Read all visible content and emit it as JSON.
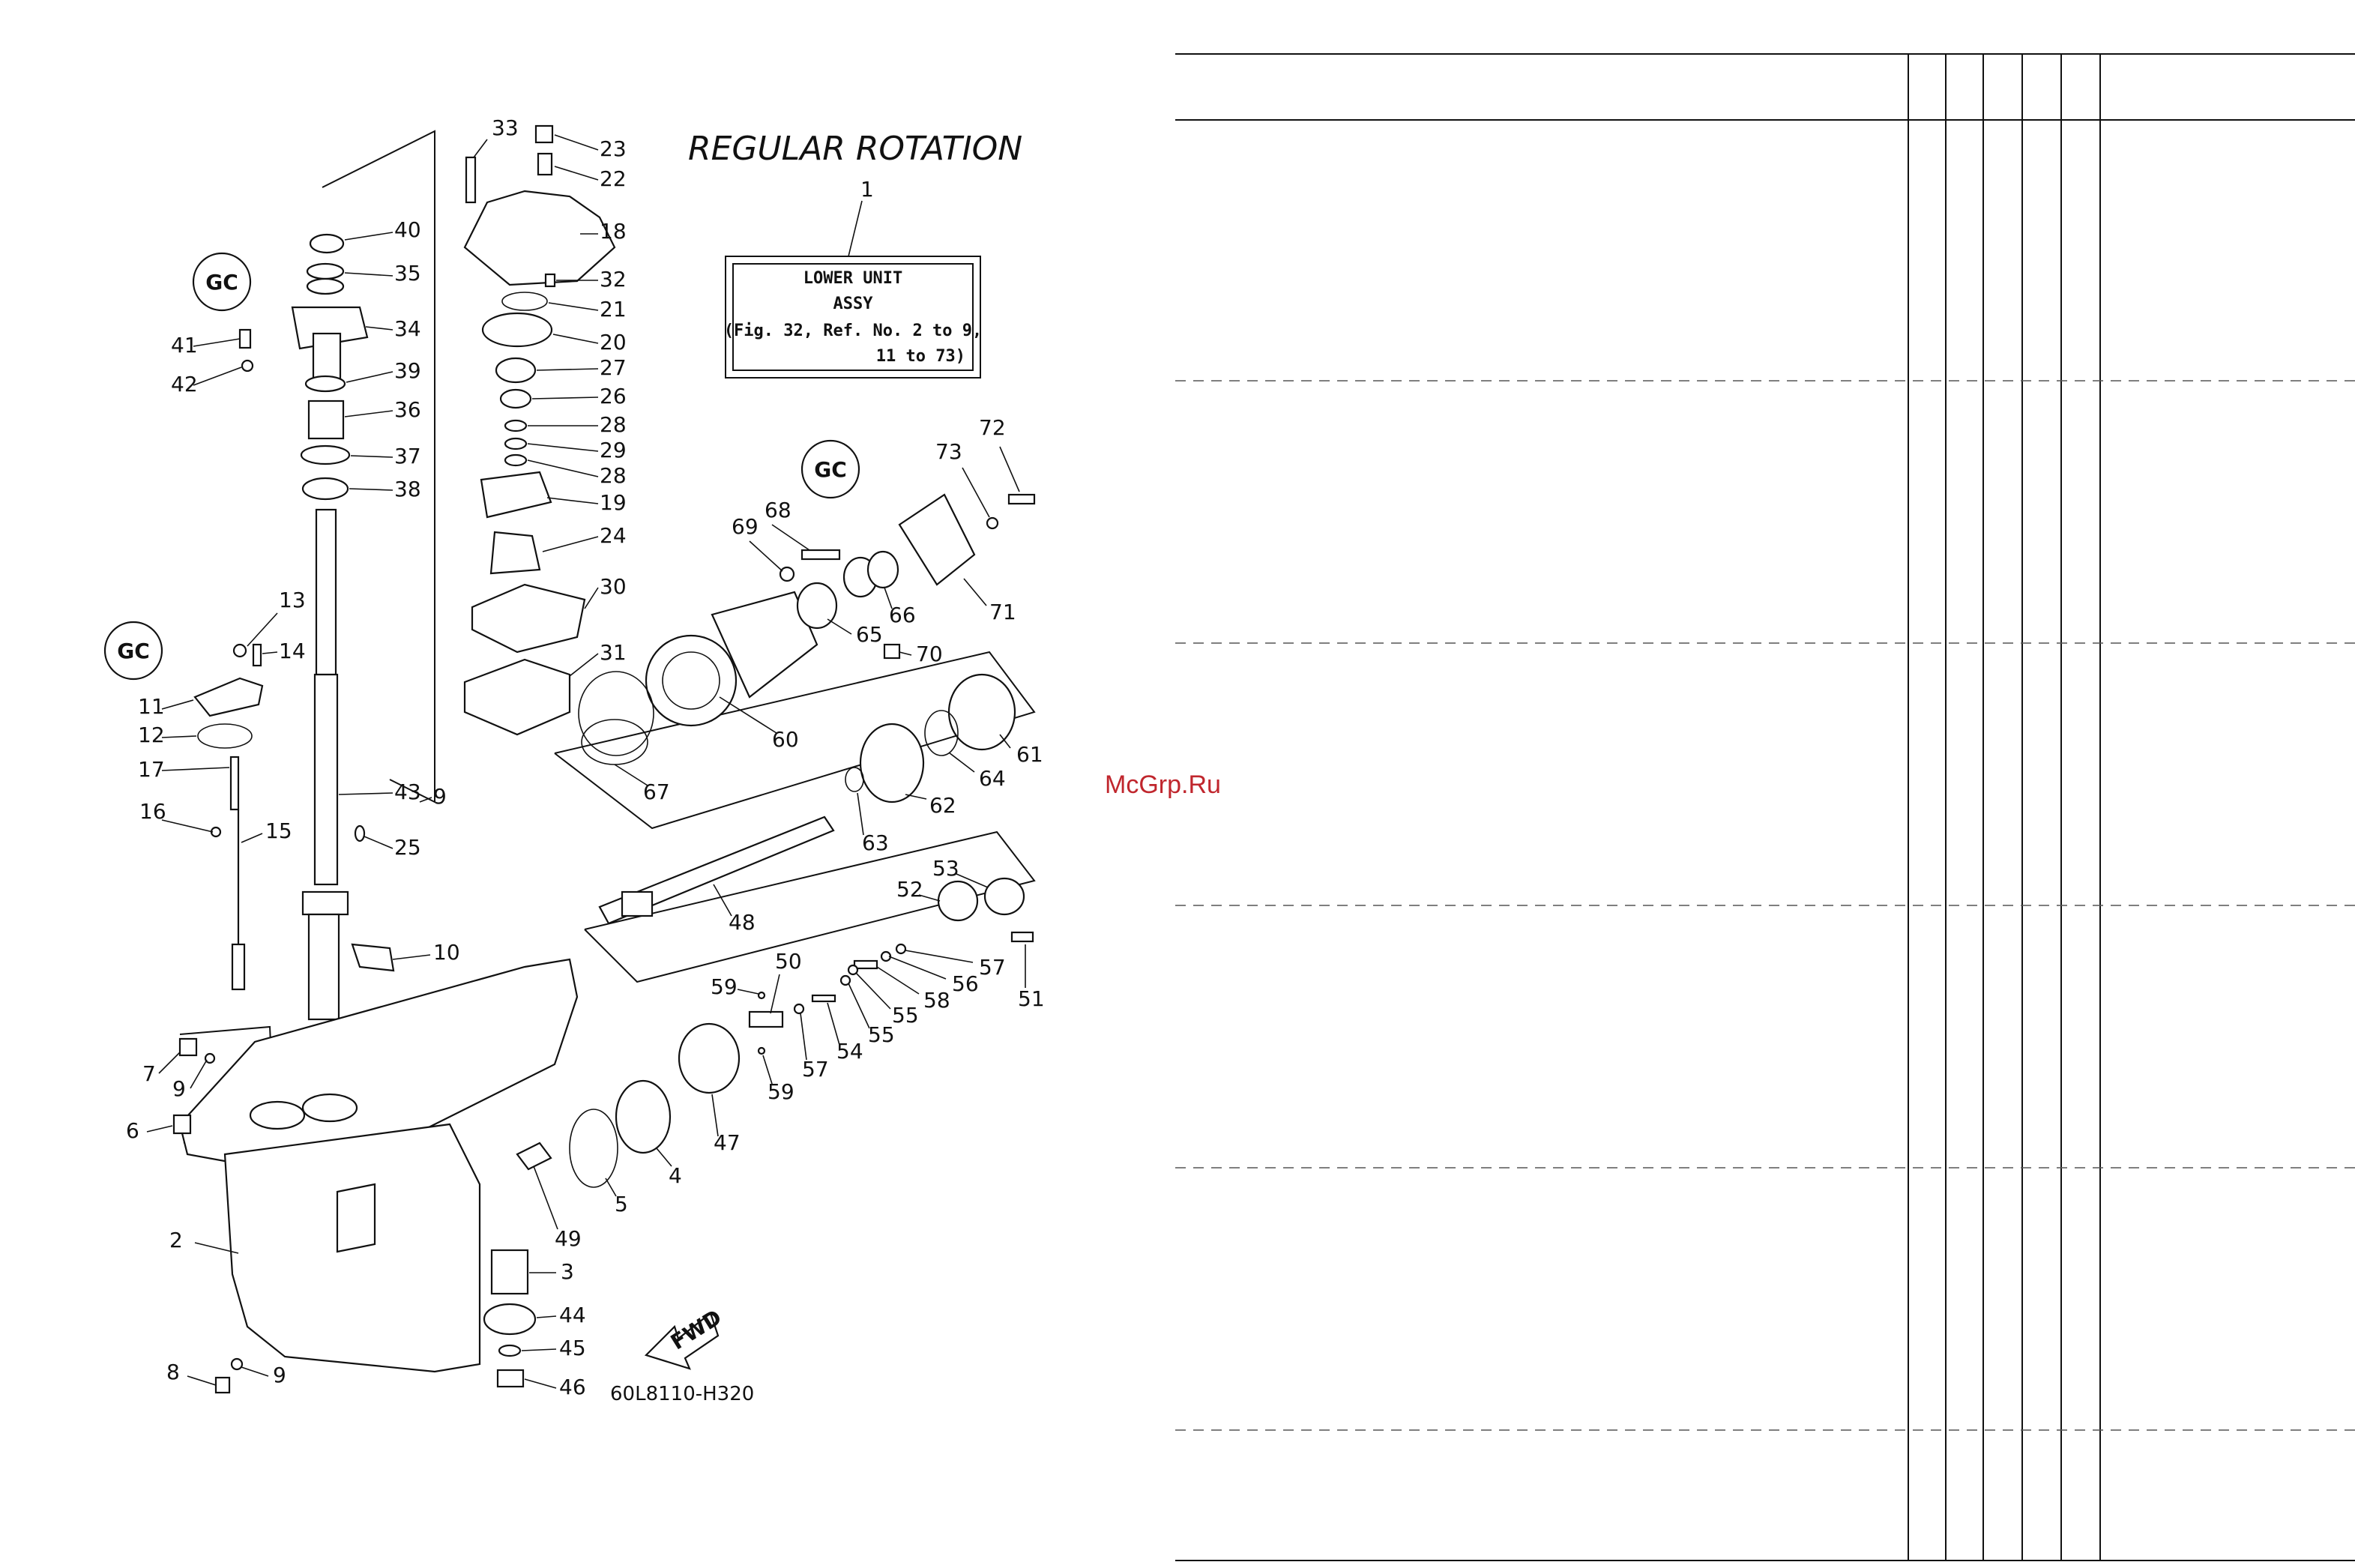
{
  "diagram": {
    "title": "REGULAR ROTATION",
    "figure_code": "60L8110-H320",
    "fwd_label": "FWD",
    "assy_box": {
      "ref": "1",
      "line1": "LOWER UNIT",
      "line2": "ASSY",
      "line3": "(Fig. 32, Ref. No. 2 to 9,",
      "line4": "11 to 73)"
    },
    "callouts": [
      "2",
      "3",
      "4",
      "5",
      "6",
      "7",
      "8",
      "9",
      "9",
      "9",
      "10",
      "11",
      "12",
      "13",
      "14",
      "15",
      "16",
      "17",
      "18",
      "19",
      "20",
      "21",
      "22",
      "23",
      "24",
      "25",
      "26",
      "27",
      "28",
      "28",
      "29",
      "30",
      "31",
      "32",
      "33",
      "34",
      "35",
      "36",
      "37",
      "38",
      "39",
      "40",
      "41",
      "42",
      "43",
      "44",
      "45",
      "46",
      "47",
      "48",
      "49",
      "50",
      "51",
      "52",
      "53",
      "54",
      "55",
      "55",
      "56",
      "57",
      "57",
      "58",
      "59",
      "59",
      "60",
      "61",
      "62",
      "63",
      "64",
      "65",
      "66",
      "67",
      "68",
      "69",
      "70",
      "71",
      "72",
      "73"
    ],
    "lubricant_symbols": [
      "GC"
    ]
  },
  "watermark": "McGrp.Ru",
  "colors": {
    "watermark": "#c0262d",
    "line": "#111111"
  }
}
